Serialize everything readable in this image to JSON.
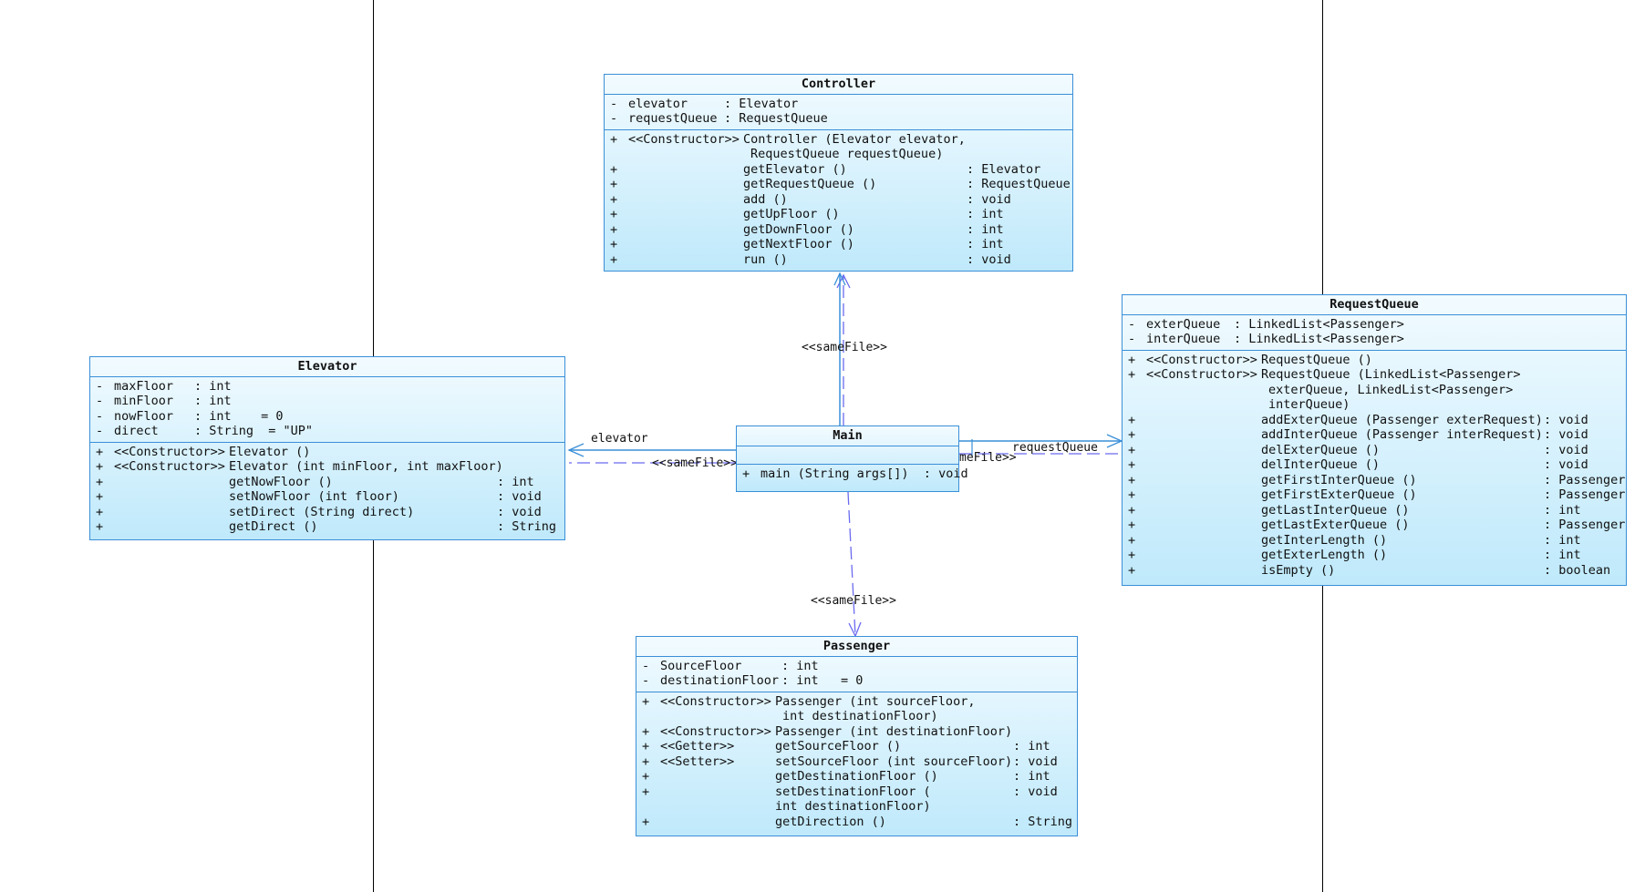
{
  "diagram": {
    "controller": {
      "title": "Controller",
      "attrs": [
        {
          "vis": "-",
          "name": "elevator",
          "type": ": Elevator"
        },
        {
          "vis": "-",
          "name": "requestQueue",
          "type": ": RequestQueue"
        }
      ],
      "ops": [
        {
          "vis": "+",
          "stereo": "<<Constructor>>",
          "name": "Controller (Elevator elevator,",
          "type": ""
        },
        {
          "vis": "",
          "stereo": "",
          "name": "RequestQueue requestQueue)",
          "type": ""
        },
        {
          "vis": "+",
          "stereo": "",
          "name": "getElevator ()",
          "type": ": Elevator"
        },
        {
          "vis": "+",
          "stereo": "",
          "name": "getRequestQueue ()",
          "type": ": RequestQueue"
        },
        {
          "vis": "+",
          "stereo": "",
          "name": "add ()",
          "type": ": void"
        },
        {
          "vis": "+",
          "stereo": "",
          "name": "getUpFloor ()",
          "type": ": int"
        },
        {
          "vis": "+",
          "stereo": "",
          "name": "getDownFloor ()",
          "type": ": int"
        },
        {
          "vis": "+",
          "stereo": "",
          "name": "getNextFloor ()",
          "type": ": int"
        },
        {
          "vis": "+",
          "stereo": "",
          "name": "run ()",
          "type": ": void"
        }
      ]
    },
    "elevator": {
      "title": "Elevator",
      "attrs": [
        {
          "vis": "-",
          "name": "maxFloor",
          "type": ": int"
        },
        {
          "vis": "-",
          "name": "minFloor",
          "type": ": int"
        },
        {
          "vis": "-",
          "name": "nowFloor",
          "type": ": int    = 0"
        },
        {
          "vis": "-",
          "name": "direct",
          "type": ": String  = \"UP\""
        }
      ],
      "ops": [
        {
          "vis": "+",
          "stereo": "<<Constructor>>",
          "name": "Elevator ()",
          "type": ""
        },
        {
          "vis": "+",
          "stereo": "<<Constructor>>",
          "name": "Elevator (int minFloor, int maxFloor)",
          "type": ""
        },
        {
          "vis": "+",
          "stereo": "",
          "name": "getNowFloor ()",
          "type": ": int"
        },
        {
          "vis": "+",
          "stereo": "",
          "name": "setNowFloor (int floor)",
          "type": ": void"
        },
        {
          "vis": "+",
          "stereo": "",
          "name": "setDirect (String direct)",
          "type": ": void"
        },
        {
          "vis": "+",
          "stereo": "",
          "name": "getDirect ()",
          "type": ": String"
        }
      ]
    },
    "main": {
      "title": "Main",
      "ops": [
        {
          "vis": "+",
          "stereo": "",
          "name": "main (String args[])  : void",
          "type": ""
        }
      ]
    },
    "requestQueue": {
      "title": "RequestQueue",
      "attrs": [
        {
          "vis": "-",
          "name": "exterQueue",
          "type": ": LinkedList<Passenger>"
        },
        {
          "vis": "-",
          "name": "interQueue",
          "type": ": LinkedList<Passenger>"
        }
      ],
      "ops": [
        {
          "vis": "+",
          "stereo": "<<Constructor>>",
          "name": "RequestQueue ()",
          "type": ""
        },
        {
          "vis": "+",
          "stereo": "<<Constructor>>",
          "name": "RequestQueue (LinkedList<Passenger>",
          "type": ""
        },
        {
          "vis": "",
          "stereo": "",
          "name": "exterQueue, LinkedList<Passenger>",
          "type": ""
        },
        {
          "vis": "",
          "stereo": "",
          "name": "interQueue)",
          "type": ""
        },
        {
          "vis": "+",
          "stereo": "",
          "name": "addExterQueue (Passenger exterRequest)",
          "type": ": void"
        },
        {
          "vis": "+",
          "stereo": "",
          "name": "addInterQueue (Passenger interRequest)",
          "type": ": void"
        },
        {
          "vis": "+",
          "stereo": "",
          "name": "delExterQueue ()",
          "type": ": void"
        },
        {
          "vis": "+",
          "stereo": "",
          "name": "delInterQueue ()",
          "type": ": void"
        },
        {
          "vis": "+",
          "stereo": "",
          "name": "getFirstInterQueue ()",
          "type": ": Passenger"
        },
        {
          "vis": "+",
          "stereo": "",
          "name": "getFirstExterQueue ()",
          "type": ": Passenger"
        },
        {
          "vis": "+",
          "stereo": "",
          "name": "getLastInterQueue ()",
          "type": ": int"
        },
        {
          "vis": "+",
          "stereo": "",
          "name": "getLastExterQueue ()",
          "type": ": Passenger"
        },
        {
          "vis": "+",
          "stereo": "",
          "name": "getInterLength ()",
          "type": ": int"
        },
        {
          "vis": "+",
          "stereo": "",
          "name": "getExterLength ()",
          "type": ": int"
        },
        {
          "vis": "+",
          "stereo": "",
          "name": "isEmpty ()",
          "type": ": boolean"
        }
      ]
    },
    "passenger": {
      "title": "Passenger",
      "attrs": [
        {
          "vis": "-",
          "name": "SourceFloor",
          "type": ": int"
        },
        {
          "vis": "-",
          "name": "destinationFloor",
          "type": ": int   = 0"
        }
      ],
      "ops": [
        {
          "vis": "+",
          "stereo": "<<Constructor>>",
          "name": "Passenger (int sourceFloor,",
          "type": ""
        },
        {
          "vis": "",
          "stereo": "",
          "name": "int destinationFloor)",
          "type": ""
        },
        {
          "vis": "+",
          "stereo": "<<Constructor>>",
          "name": "Passenger (int destinationFloor)",
          "type": ""
        },
        {
          "vis": "+",
          "stereo": "<<Getter>>",
          "name": "getSourceFloor ()",
          "type": ": int"
        },
        {
          "vis": "+",
          "stereo": "<<Setter>>",
          "name": "setSourceFloor (int sourceFloor)",
          "type": ": void"
        },
        {
          "vis": "+",
          "stereo": "",
          "name": "getDestinationFloor ()",
          "type": ": int"
        },
        {
          "vis": "+",
          "stereo": "",
          "name": "setDestinationFloor (",
          "type": ": void"
        },
        {
          "vis": "",
          "stereo": "",
          "name": "int destinationFloor)",
          "type": ""
        },
        {
          "vis": "+",
          "stereo": "",
          "name": "getDirection ()",
          "type": ": String"
        }
      ]
    },
    "labels": {
      "sameFileTop": "<<sameFile>>",
      "sameFileLeft": "<<sameFile>>",
      "sameFileRight": "meFile>>",
      "sameFileBottom": "<<sameFile>>",
      "elevatorRole": "elevator",
      "requestQueueRole": "requestQueue"
    },
    "colors": {
      "border": "#3a8fd8",
      "fillTop": "#f2fbff",
      "fillBottom": "#bfe9fb",
      "dependency": "#6b6bf0"
    }
  }
}
